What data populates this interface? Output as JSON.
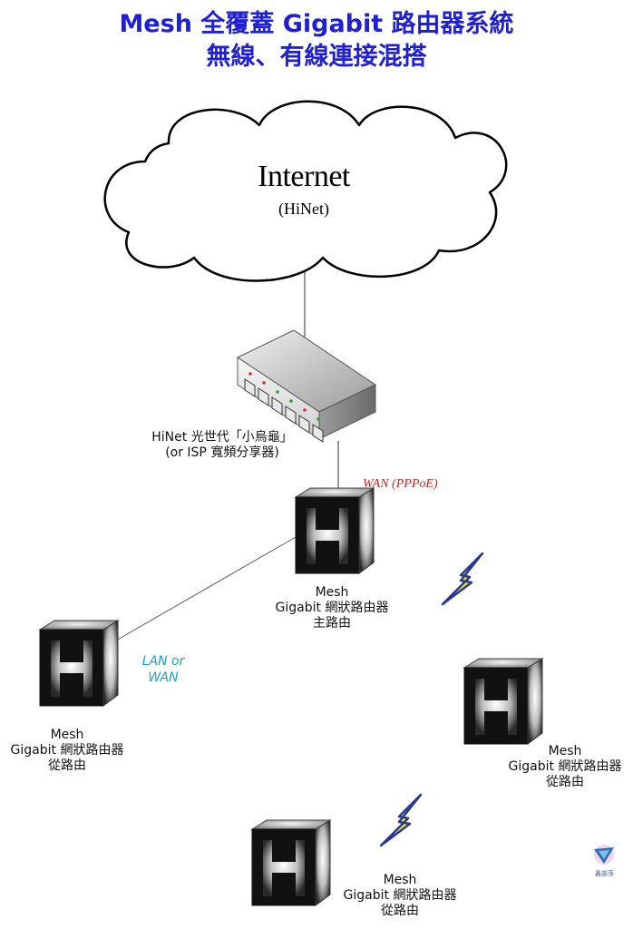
{
  "title": {
    "line1": "Mesh 全覆蓋 Gigabit 路由器系統",
    "line2": "無線、有線連接混搭"
  },
  "cloud": {
    "name": "Internet",
    "sub": "(HiNet)"
  },
  "modem": {
    "line1": "HiNet 光世代「小烏龜」",
    "line2": "(or ISP 寬頻分享器)"
  },
  "links": {
    "wan": "WAN (PPPoE)",
    "lan_line1": "LAN or",
    "lan_line2": "WAN"
  },
  "routers": {
    "main": {
      "line1": "Mesh",
      "line2": "Gigabit 網狀路由器",
      "line3": "主路由"
    },
    "left": {
      "line1": "Mesh",
      "line2": "Gigabit 網狀路由器",
      "line3": "從路由"
    },
    "right": {
      "line1": "Mesh",
      "line2": "Gigabit 網狀路由器",
      "line3": "從路由"
    },
    "bottom": {
      "line1": "Mesh",
      "line2": "Gigabit 網狀路由器",
      "line3": "從路由"
    }
  },
  "logo": {
    "text": "鑫部落"
  },
  "colors": {
    "title": "#1f1fd6",
    "wan_label": "#cc2222",
    "lan_label": "#1aa3c8",
    "lightning_fill": "#f5f01a",
    "lightning_stroke": "#2a3a8a"
  }
}
